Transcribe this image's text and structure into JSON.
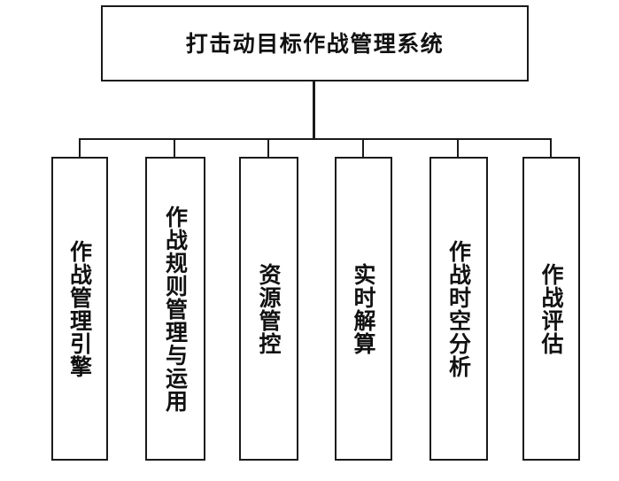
{
  "diagram": {
    "type": "hierarchy-tree",
    "orientation": "top-down",
    "background_color": "#ffffff",
    "line_color": "#1a1a1a",
    "text_color": "#111111",
    "root": {
      "label": "打击动目标作战管理系统"
    },
    "children": [
      {
        "label": "作战管理引擎"
      },
      {
        "label": "作战规则管理与运用"
      },
      {
        "label": "资源管控"
      },
      {
        "label": "实时解算"
      },
      {
        "label": "作战时空分析"
      },
      {
        "label": "作战评估"
      }
    ]
  }
}
